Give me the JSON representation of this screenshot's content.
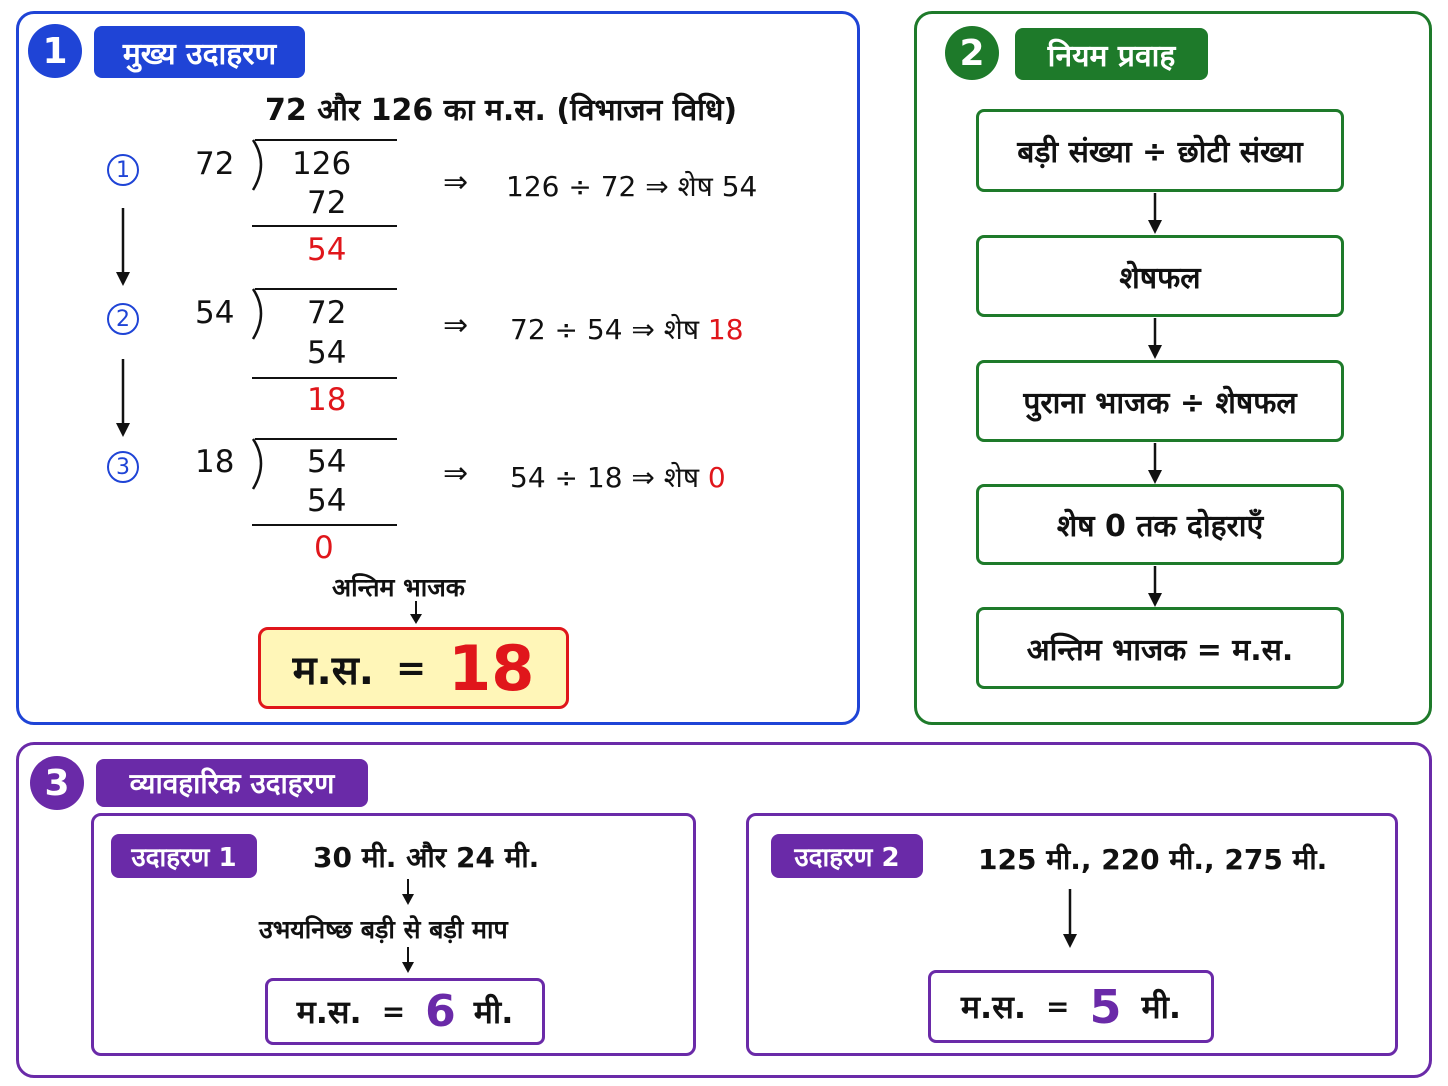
{
  "section1": {
    "number": "1",
    "title": "मुख्य उदाहरण",
    "heading": "72 और 126 का म.स. (विभाजन विधि)",
    "steps": [
      {
        "marker": "1",
        "divisor": "72",
        "dividend": "126",
        "product": "72",
        "remainder": "54",
        "arrow": "⇒",
        "eq_text": "126 ÷ 72 ⇒ शेष",
        "eq_remainder": "54"
      },
      {
        "marker": "2",
        "divisor": "54",
        "dividend": "72",
        "product": "54",
        "remainder": "18",
        "arrow": "⇒",
        "eq_text": "72 ÷ 54 ⇒ शेष",
        "eq_remainder": "18"
      },
      {
        "marker": "3",
        "divisor": "18",
        "dividend": "54",
        "product": "54",
        "remainder": "0",
        "arrow": "⇒",
        "eq_text": "54 ÷ 18 ⇒ शेष",
        "eq_remainder": "0"
      }
    ],
    "final_label": "अन्तिम भाजक",
    "result_label": "म.स.",
    "result_eq": "=",
    "result_value": "18"
  },
  "section2": {
    "number": "2",
    "title": "नियम प्रवाह",
    "flow": [
      "बड़ी संख्या ÷ छोटी संख्या",
      "शेषफल",
      "पुराना भाजक ÷ शेषफल",
      "शेष 0 तक दोहराएँ",
      "अन्तिम भाजक = म.स."
    ]
  },
  "section3": {
    "number": "3",
    "title": "व्यावहारिक उदाहरण",
    "example1": {
      "tag": "उदाहरण 1",
      "question": "30 मी. और 24 मी.",
      "note": "उभयनिष्छ बड़ी से बड़ी माप",
      "answer_label": "म.स.",
      "answer_eq": "=",
      "answer_value": "6",
      "answer_unit": "मी."
    },
    "example2": {
      "tag": "उदाहरण 2",
      "question": "125 मी., 220 मी., 275 मी.",
      "answer_label": "म.स.",
      "answer_eq": "=",
      "answer_value": "5",
      "answer_unit": "मी."
    }
  },
  "colors": {
    "blue": "#1f44d6",
    "green": "#1e7a2a",
    "purple": "#6a2aa8",
    "red": "#e0161b",
    "result_bg": "#fff6b8"
  }
}
